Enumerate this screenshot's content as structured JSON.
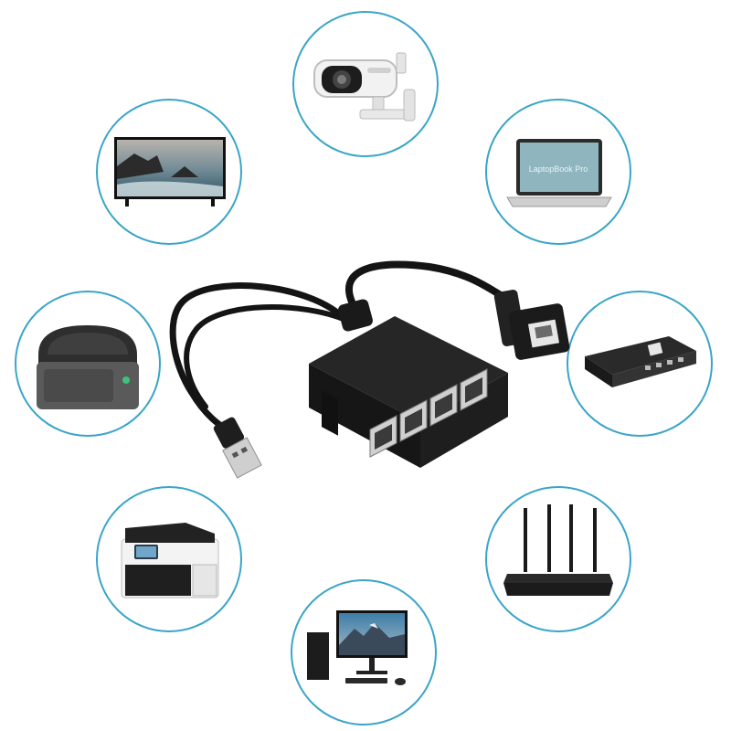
{
  "colors": {
    "ring": "#3aa5c8",
    "device_black": "#1b1b1b",
    "port_silver": "#c9c9c9"
  },
  "devices": [
    {
      "name": "security-camera",
      "icon": "cctv-camera-icon"
    },
    {
      "name": "television",
      "icon": "tv-icon"
    },
    {
      "name": "laptop",
      "icon": "laptop-icon",
      "screen_text": "LaptopBook Pro"
    },
    {
      "name": "label-printer",
      "icon": "label-printer-icon"
    },
    {
      "name": "mini-pc",
      "icon": "mini-pc-icon"
    },
    {
      "name": "multifunction-printer",
      "icon": "office-printer-icon"
    },
    {
      "name": "wifi-router",
      "icon": "router-icon"
    },
    {
      "name": "desktop-computer",
      "icon": "desktop-computer-icon"
    }
  ],
  "splitter": {
    "ports": 4,
    "connectors": [
      "usb-a-plug",
      "rj45-female-jack"
    ]
  }
}
